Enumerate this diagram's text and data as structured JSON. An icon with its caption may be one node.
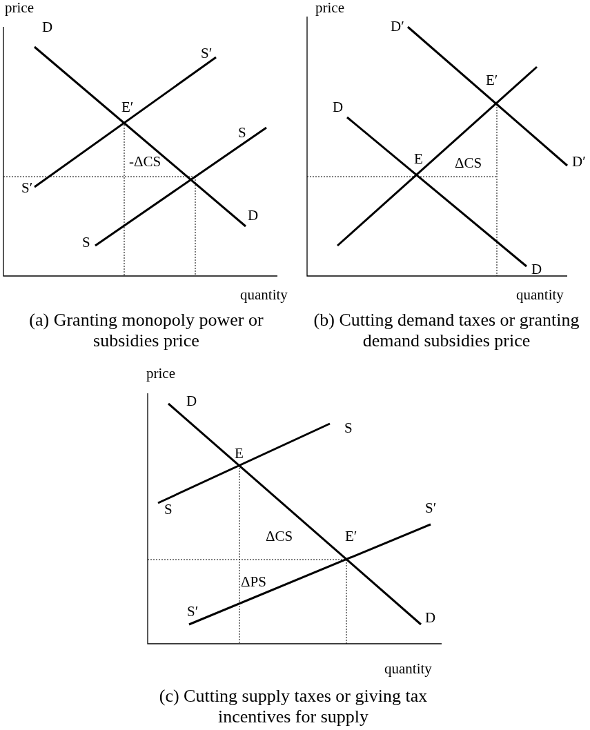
{
  "diagram": {
    "labels": [
      "price",
      "price",
      "D",
      "D′",
      "E′",
      "S′",
      "E′",
      "D",
      "S",
      "-ΔCS",
      "E",
      "ΔCS",
      "D′",
      "S′",
      "D",
      "S",
      "D",
      "quantity",
      "quantity",
      "(a) Granting monopoly power or subsidies price",
      "(b) Cutting demand taxes or granting demand subsidies price",
      "price",
      "D",
      "S",
      "E",
      "S",
      "ΔCS",
      "E′",
      "S′",
      "ΔPS",
      "S′",
      "D",
      "quantity",
      "(c) Cutting supply taxes or giving tax incentives for supply"
    ]
  }
}
